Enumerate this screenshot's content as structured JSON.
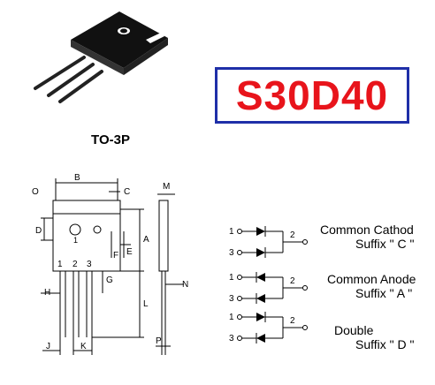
{
  "package": {
    "name": "TO-3P"
  },
  "part_number": "S30D40",
  "configurations": [
    {
      "title": "Common Cathod",
      "suffix": "Suffix \" C \"",
      "pin_left_top": "1",
      "pin_left_bottom": "3",
      "pin_right": "2"
    },
    {
      "title": "Common Anode",
      "suffix": "Suffix \" A \"",
      "pin_left_top": "1",
      "pin_left_bottom": "3",
      "pin_right": "2"
    },
    {
      "title": "Double",
      "suffix": "Suffix \" D \"",
      "pin_left_top": "1",
      "pin_left_bottom": "3",
      "pin_right": "2"
    }
  ],
  "dimensions": {
    "B": "B",
    "C": "C",
    "O": "O",
    "D": "D",
    "A": "A",
    "E": "E",
    "F": "F",
    "G": "G",
    "H": "H",
    "L": "L",
    "N": "N",
    "J": "J",
    "K": "K",
    "M": "M",
    "P": "P"
  },
  "pins": [
    "1",
    "2",
    "3"
  ],
  "colors": {
    "part_number": "#e8141b",
    "box_border": "#1f2fa8"
  }
}
